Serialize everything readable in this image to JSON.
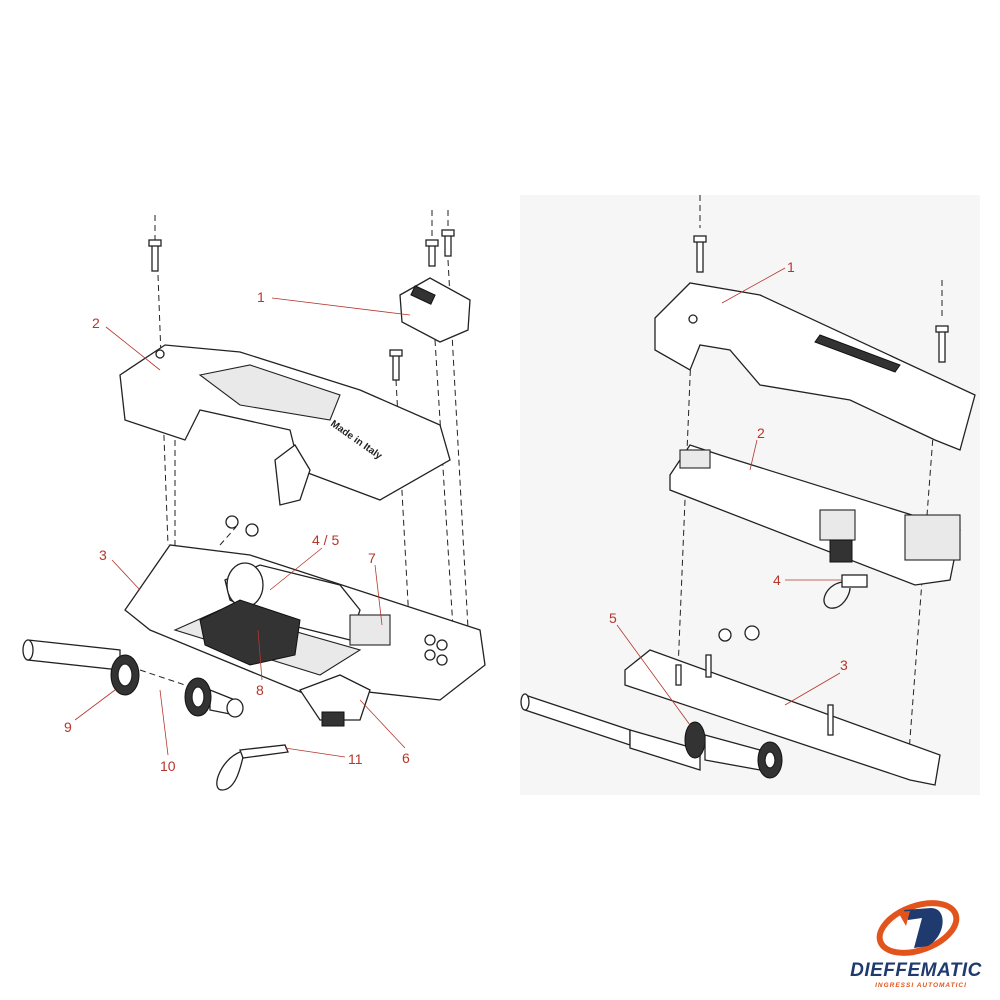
{
  "left_diagram": {
    "labels": [
      "1",
      "2",
      "3",
      "4 / 5",
      "7",
      "8",
      "9",
      "10",
      "11",
      "6"
    ],
    "cover_text": "Made in Italy"
  },
  "right_diagram": {
    "labels": [
      "1",
      "2",
      "4",
      "5",
      "3"
    ]
  },
  "logo": {
    "name": "DIEFFEMATIC",
    "tagline": "INGRESSI AUTOMATICI",
    "colors": {
      "blue": "#1f3a6e",
      "orange": "#e2541b"
    }
  },
  "colors": {
    "callout": "#b5362c"
  }
}
